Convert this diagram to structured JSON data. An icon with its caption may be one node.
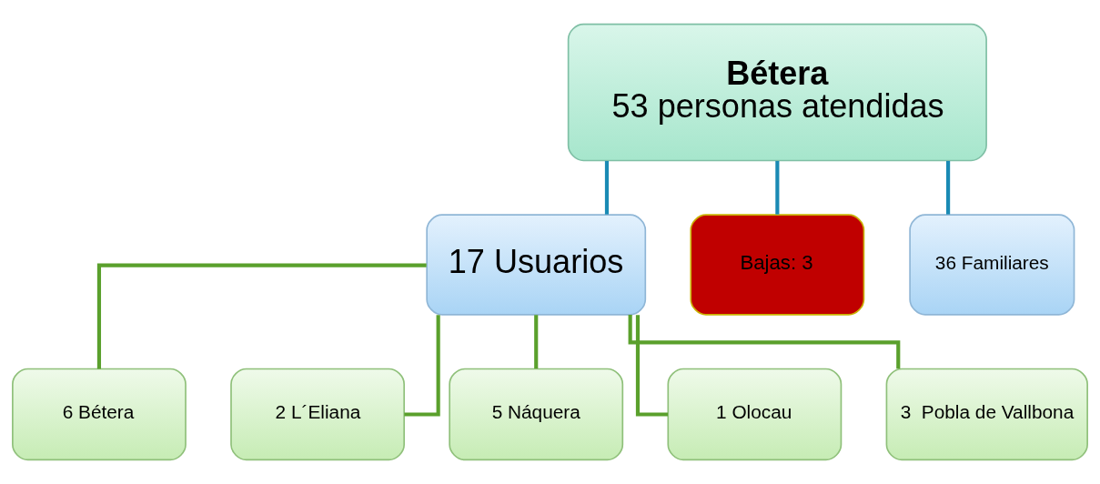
{
  "diagram": {
    "nodes": [
      {
        "text": [
          "Bétera",
          "53 personas atendidas"
        ]
      },
      {
        "text": [
          "17 Usuarios"
        ]
      },
      {
        "text": [
          "Bajas: 3"
        ]
      },
      {
        "text": [
          "36 Familiares"
        ]
      },
      {
        "text": [
          "6 Bétera"
        ]
      },
      {
        "text": [
          "2 L´Eliana"
        ]
      },
      {
        "text": [
          "5 Náquera"
        ]
      },
      {
        "text": [
          "1 Olocau"
        ]
      },
      {
        "text": [
          "3  Pobla de Vallbona"
        ]
      }
    ],
    "edges": [
      {
        "from": 0,
        "to": 1,
        "arrow": "none",
        "color": "#1a8ab4"
      },
      {
        "from": 0,
        "to": 2,
        "arrow": "none",
        "color": "#1a8ab4"
      },
      {
        "from": 0,
        "to": 3,
        "arrow": "none",
        "color": "#1a8ab4"
      },
      {
        "from": 1,
        "to": 4,
        "arrow": "none"
      },
      {
        "from": 1,
        "to": 5,
        "arrow": "none"
      },
      {
        "from": 1,
        "to": 6,
        "arrow": "none"
      },
      {
        "from": 1,
        "to": 7,
        "arrow": "none"
      },
      {
        "from": 1,
        "to": 8,
        "arrow": "none"
      }
    ]
  }
}
